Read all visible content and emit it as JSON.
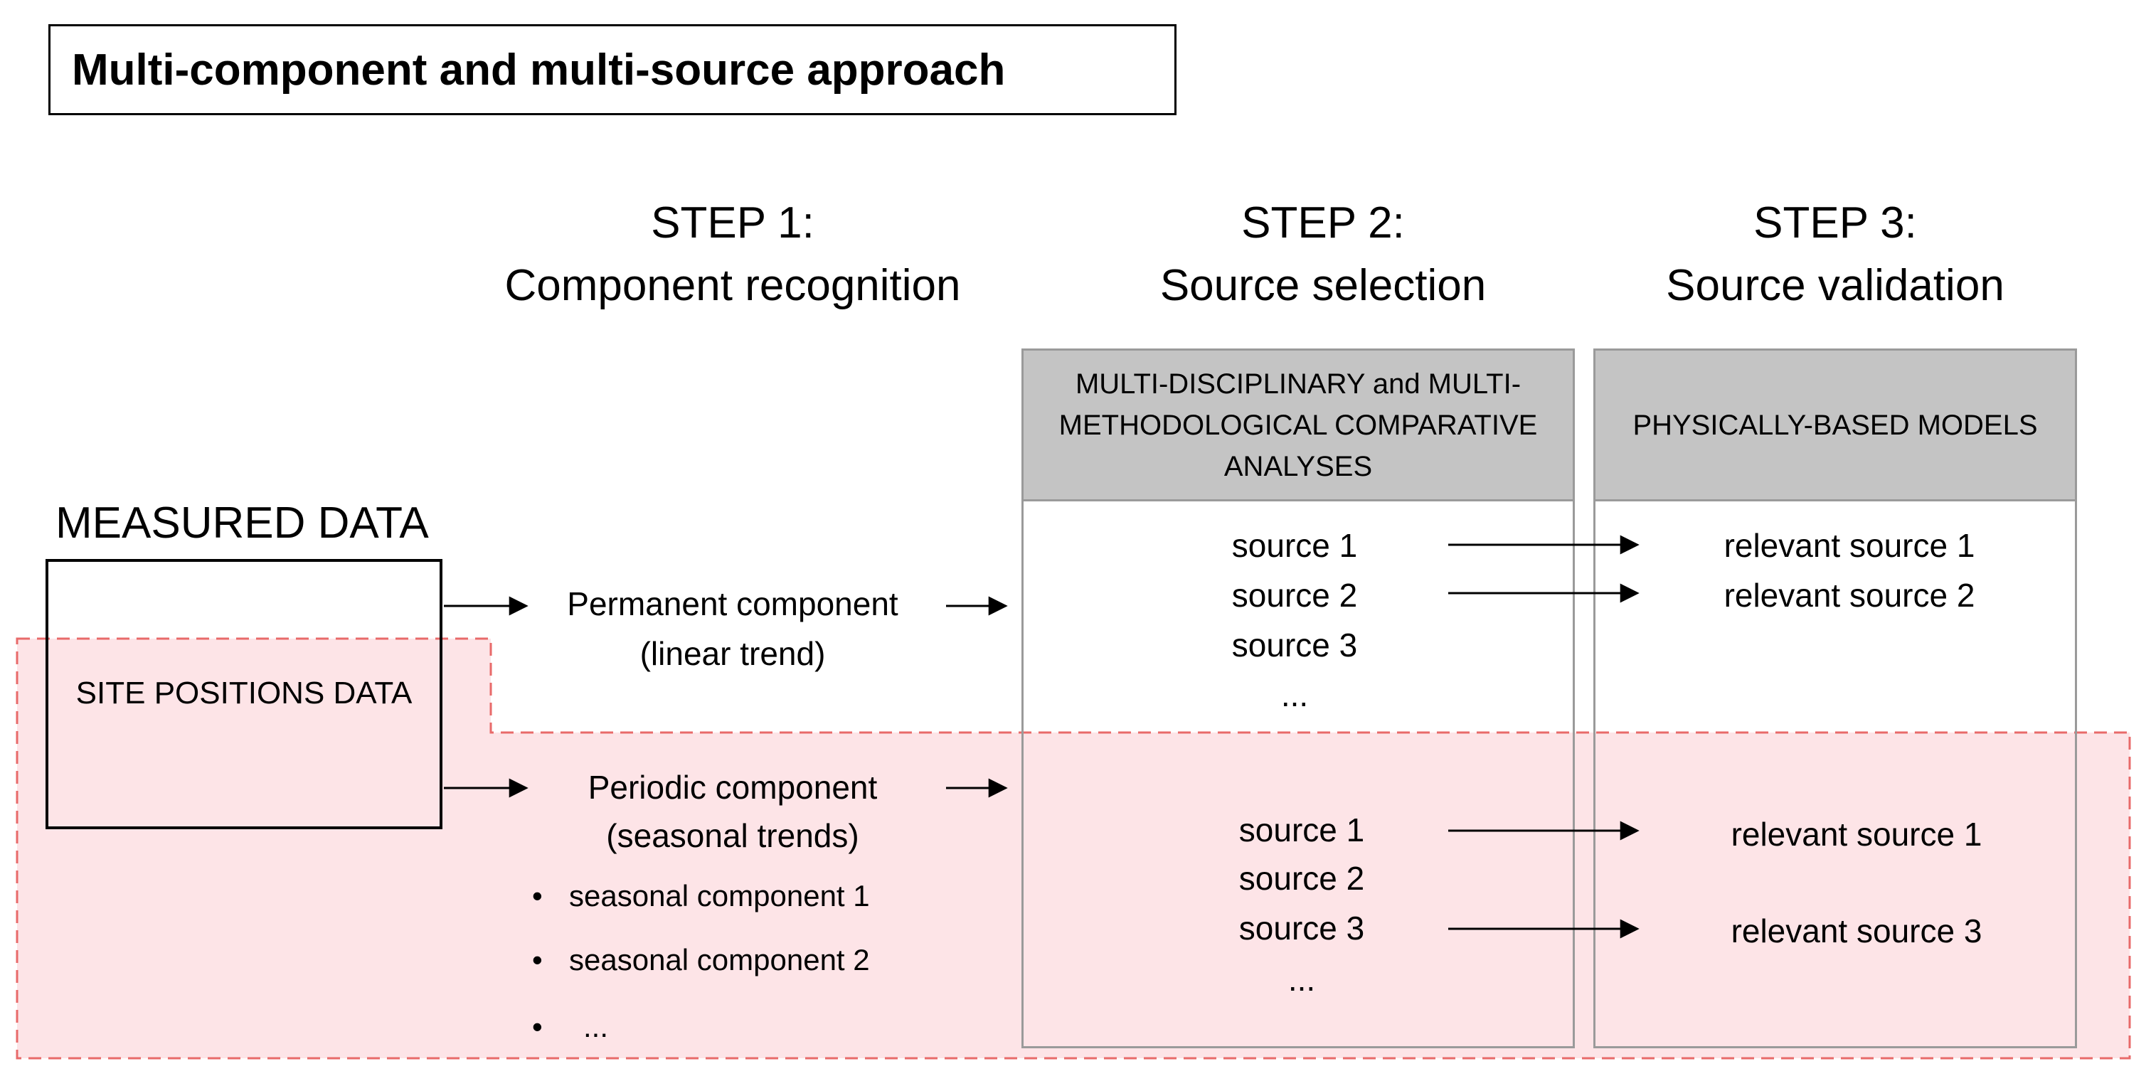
{
  "title": "Multi-component and multi-source approach",
  "steps": [
    {
      "heading": "STEP 1:",
      "subtitle": "Component recognition"
    },
    {
      "heading": "STEP 2:",
      "subtitle": "Source selection"
    },
    {
      "heading": "STEP 3:",
      "subtitle": "Source validation"
    }
  ],
  "measured": {
    "label": "MEASURED DATA",
    "inner": "SITE POSITIONS DATA"
  },
  "step2_header": [
    "MULTI-DISCIPLINARY and MULTI-",
    "METHODOLOGICAL COMPARATIVE",
    "ANALYSES"
  ],
  "step3_header": "PHYSICALLY-BASED MODELS",
  "permanent": {
    "line1": "Permanent component",
    "line2": "(linear trend)",
    "sources": [
      "source 1",
      "source 2",
      "source 3",
      "..."
    ],
    "relevant": [
      "relevant source 1",
      "relevant source 2"
    ]
  },
  "periodic": {
    "line1": "Periodic component",
    "line2": "(seasonal trends)",
    "seasonal": [
      "seasonal component 1",
      "seasonal component 2",
      "..."
    ],
    "sources": [
      "source 1",
      "source 2",
      "source 3",
      "..."
    ],
    "relevant": [
      "relevant source 1",
      "relevant source 3"
    ]
  },
  "colors": {
    "pink_fill": "#fde4e7",
    "pink_border": "#e86a6a",
    "header_gray": "#c4c4c4",
    "box_border": "#9a9a9a"
  }
}
